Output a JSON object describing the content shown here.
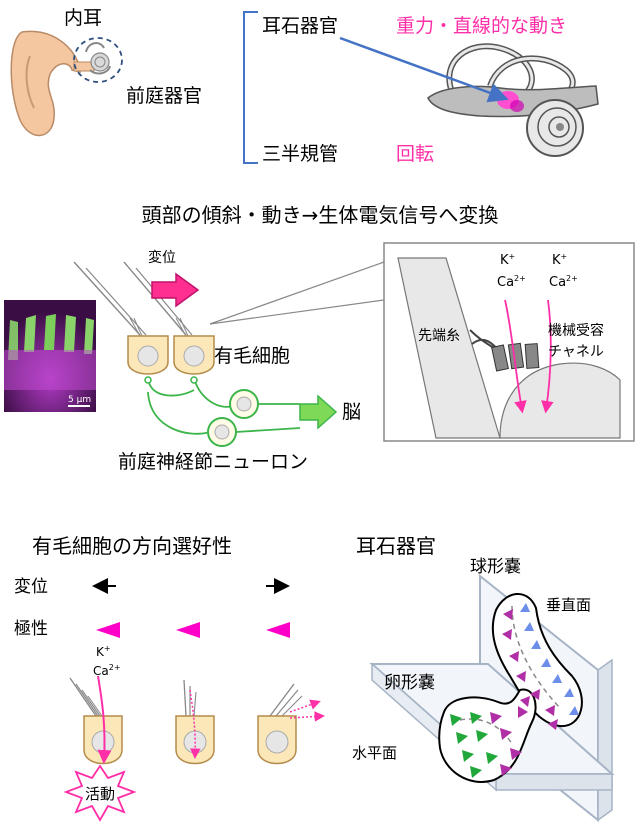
{
  "top": {
    "inner_ear_label": "内耳",
    "vestibule_label": "前庭器官",
    "otolith_label": "耳石器官",
    "otolith_desc": "重力・直線的な動き",
    "canal_label": "三半規管",
    "canal_desc": "回転",
    "accent_color": "#ff2fa8",
    "arrow_color": "#4472c4"
  },
  "middle": {
    "heading": "頭部の傾斜・動き→生体電気信号へ変換",
    "displacement_label": "変位",
    "hair_cell_label": "有毛細胞",
    "brain_label": "脳",
    "scale_bar": "5 μm",
    "neuron_label": "前庭神経節ニューロン",
    "zoom": {
      "tip_link_label": "先端糸",
      "ion_k": "K",
      "ion_k_sup": "+",
      "ion_ca": "Ca",
      "ion_ca_sup": "2+",
      "channel_label_line1": "機械受容",
      "channel_label_line2": "チャネル"
    }
  },
  "bottom_left": {
    "heading": "有毛細胞の方向選好性",
    "row_displacement": "変位",
    "row_polarity": "極性",
    "ion_k": "K",
    "ion_k_sup": "+",
    "ion_ca": "Ca",
    "ion_ca_sup": "2+",
    "activation_label": "活動"
  },
  "bottom_right": {
    "heading": "耳石器官",
    "saccule_label": "球形嚢",
    "vertical_plane": "垂直面",
    "utricle_label": "卵形嚢",
    "horizontal_plane": "水平面"
  }
}
